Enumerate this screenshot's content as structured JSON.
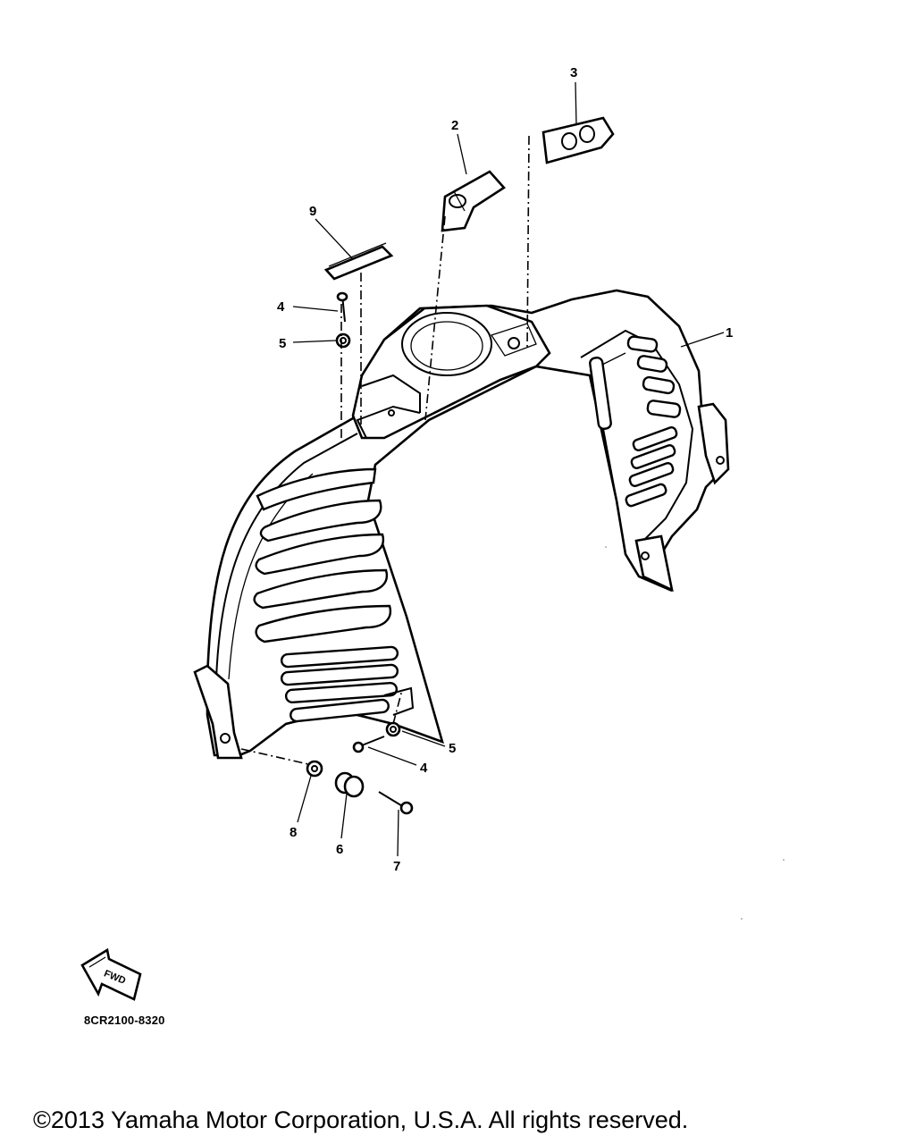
{
  "callouts": {
    "c1": "1",
    "c2": "2",
    "c3": "3",
    "c4a": "4",
    "c4b": "4",
    "c5a": "5",
    "c5b": "5",
    "c6": "6",
    "c7": "7",
    "c8": "8",
    "c9": "9"
  },
  "fwd_label": "FWD",
  "diagram_code": "8CR2100-8320",
  "copyright": "©2013 Yamaha Motor Corporation, U.S.A. All rights reserved."
}
